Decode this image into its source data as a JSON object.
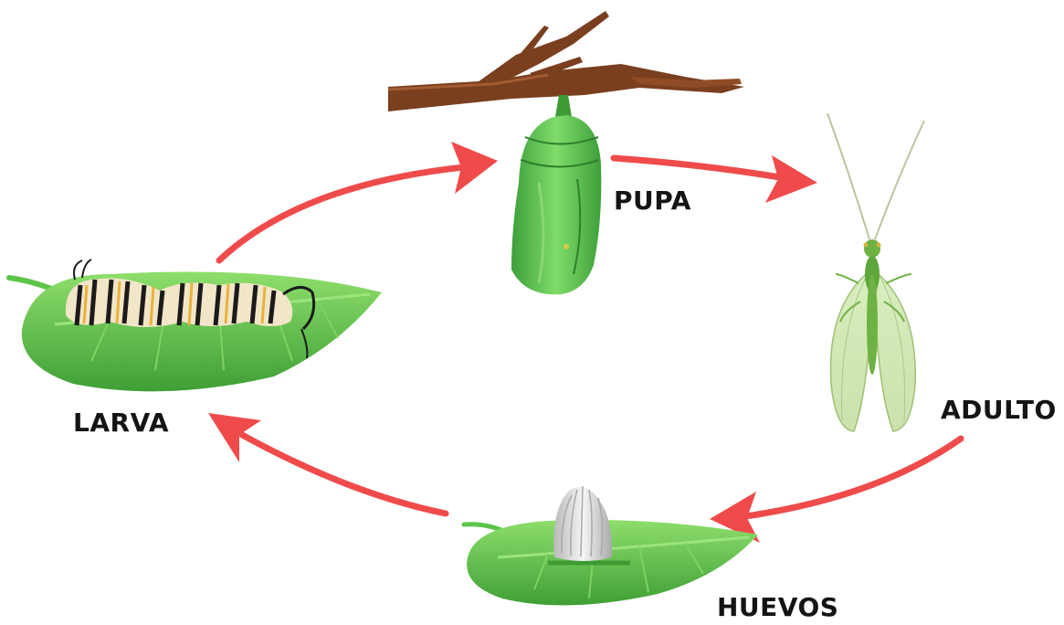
{
  "stages": {
    "pupa": "PUPA",
    "adulto": "ADULTO",
    "larva": "LARVA",
    "huevos": "HUEVOS"
  },
  "colors": {
    "arrow": "#ef4b4b",
    "leaf": "#5cc44a",
    "leaf_dark": "#3e9a33",
    "branch": "#7a3f1f",
    "chrysalis": "#5fc24e",
    "insect": "#6fb244",
    "egg": "#e2e2e2"
  },
  "cycle_order": [
    "huevos",
    "larva",
    "pupa",
    "adulto"
  ]
}
